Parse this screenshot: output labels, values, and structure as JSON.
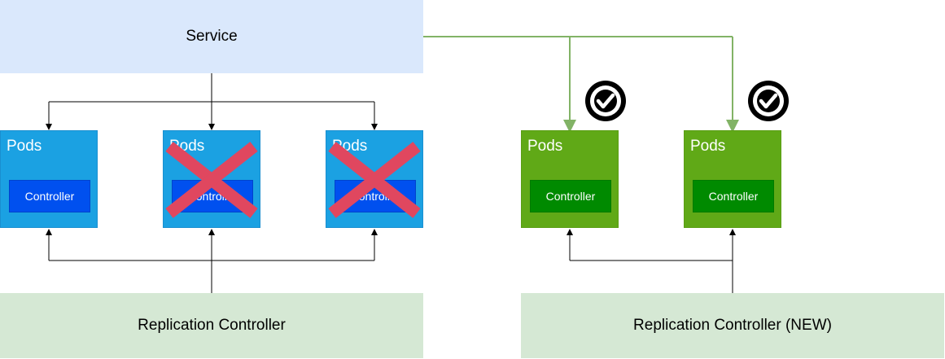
{
  "service": {
    "label": "Service"
  },
  "pods": [
    {
      "label": "Pods",
      "controller": "Controller",
      "status": "running",
      "color": "#1ba1e2"
    },
    {
      "label": "Pods",
      "controller": "Controller",
      "status": "deleted",
      "color": "#1ba1e2"
    },
    {
      "label": "Pods",
      "controller": "Controller",
      "status": "deleted",
      "color": "#1ba1e2"
    },
    {
      "label": "Pods",
      "controller": "Controller",
      "status": "ready",
      "color": "#60a917"
    },
    {
      "label": "Pods",
      "controller": "Controller",
      "status": "ready",
      "color": "#60a917"
    }
  ],
  "replication_controller_old": {
    "label": "Replication Controller"
  },
  "replication_controller_new": {
    "label": "Replication Controller (NEW)"
  },
  "colors": {
    "service_fill": "#dae8fc",
    "rc_fill": "#d5e8d4",
    "pod_blue": "#1ba1e2",
    "pod_green": "#60a917",
    "controller_blue": "#0050ef",
    "controller_green": "#008a00",
    "cross": "#e0475f",
    "green_connector": "#82b366"
  },
  "icons": {
    "deleted": "cross-icon",
    "ready": "check-circle-icon"
  }
}
